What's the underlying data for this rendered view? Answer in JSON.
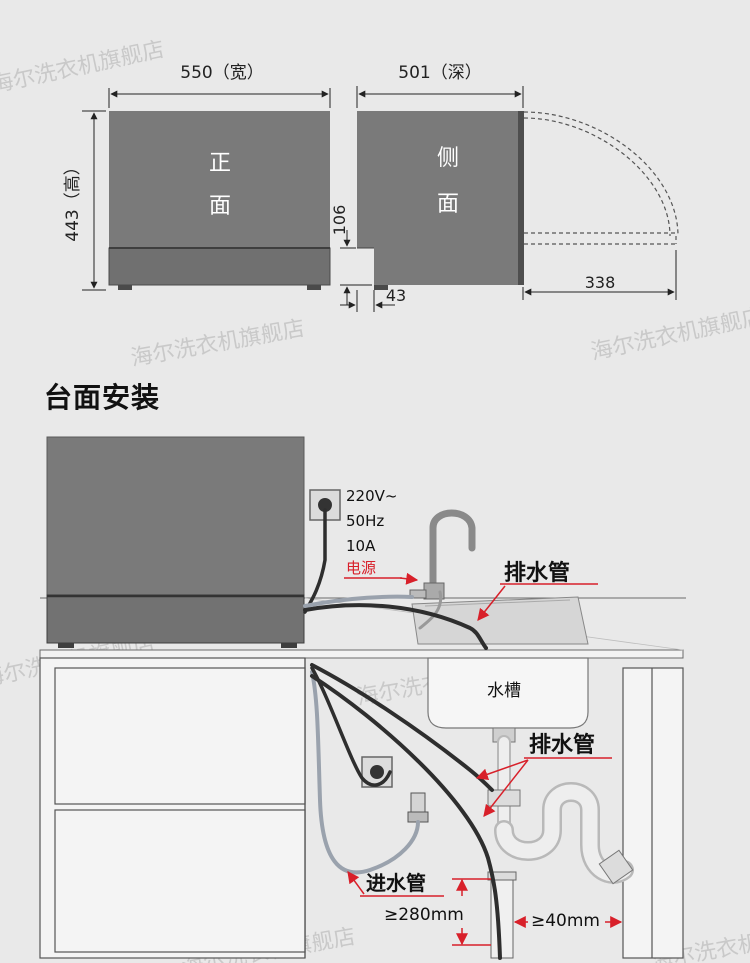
{
  "dimensions": {
    "width_label": "550（宽）",
    "depth_label": "501（深）",
    "height_label": "443（高）",
    "front_label_1": "正",
    "front_label_2": "面",
    "side_label_1": "侧",
    "side_label_2": "面",
    "bottom_height": "106",
    "foot_offset": "43",
    "door_open": "338"
  },
  "section_title": "台面安装",
  "install": {
    "power_line_1": "220V~",
    "power_line_2": "50Hz",
    "power_line_3": "10A",
    "power_line_4": "电源",
    "drain_pipe_top": "排水管",
    "sink": "水槽",
    "drain_pipe_mid": "排水管",
    "inlet_pipe": "进水管",
    "min_height": "≥280mm",
    "min_gap": "≥40mm"
  },
  "watermark": "海尔洗衣机旗舰店",
  "colors": {
    "appliance": "#7a7a7a",
    "appliance_dark": "#5c5c5c",
    "accent_red": "#d8202a",
    "hose": "#2e2e2e",
    "background": "#e9e9e9"
  }
}
